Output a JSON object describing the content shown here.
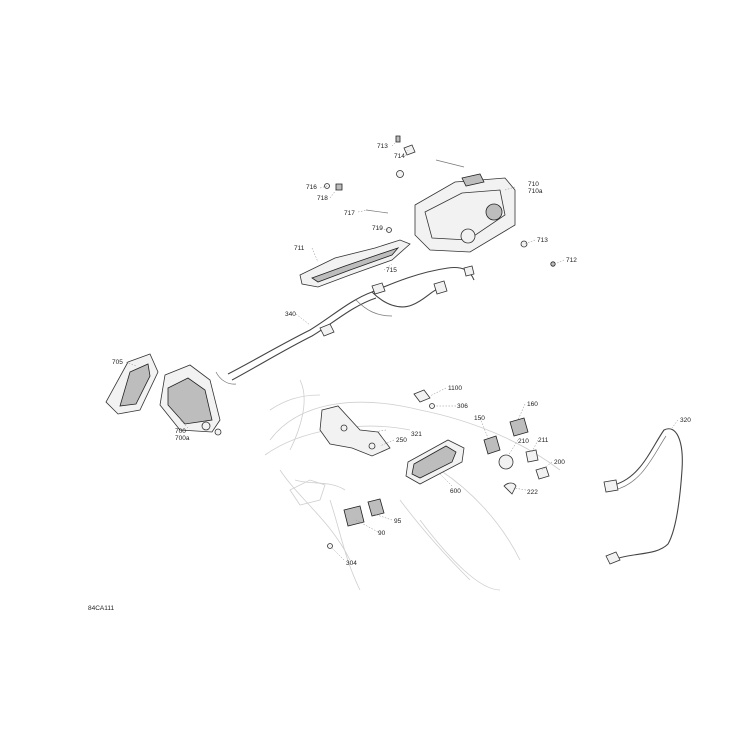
{
  "figure_code": "84CA111",
  "callouts": [
    {
      "id": "713_top",
      "text": "713"
    },
    {
      "id": "714",
      "text": "714"
    },
    {
      "id": "710",
      "text": "710"
    },
    {
      "id": "710a",
      "text": "710a"
    },
    {
      "id": "716",
      "text": "716"
    },
    {
      "id": "718",
      "text": "718"
    },
    {
      "id": "717",
      "text": "717"
    },
    {
      "id": "719",
      "text": "719"
    },
    {
      "id": "713_right",
      "text": "713"
    },
    {
      "id": "712",
      "text": "712"
    },
    {
      "id": "711",
      "text": "711"
    },
    {
      "id": "715",
      "text": "715"
    },
    {
      "id": "340",
      "text": "340"
    },
    {
      "id": "705",
      "text": "705"
    },
    {
      "id": "700",
      "text": "700"
    },
    {
      "id": "700a",
      "text": "700a"
    },
    {
      "id": "1100",
      "text": "1100"
    },
    {
      "id": "306",
      "text": "306"
    },
    {
      "id": "160",
      "text": "160"
    },
    {
      "id": "150",
      "text": "150"
    },
    {
      "id": "250",
      "text": "250"
    },
    {
      "id": "321",
      "text": "321"
    },
    {
      "id": "210",
      "text": "210"
    },
    {
      "id": "211",
      "text": "211"
    },
    {
      "id": "320",
      "text": "320"
    },
    {
      "id": "200",
      "text": "200"
    },
    {
      "id": "600",
      "text": "600"
    },
    {
      "id": "222",
      "text": "222"
    },
    {
      "id": "95",
      "text": "95"
    },
    {
      "id": "90",
      "text": "90"
    },
    {
      "id": "304",
      "text": "304"
    }
  ]
}
